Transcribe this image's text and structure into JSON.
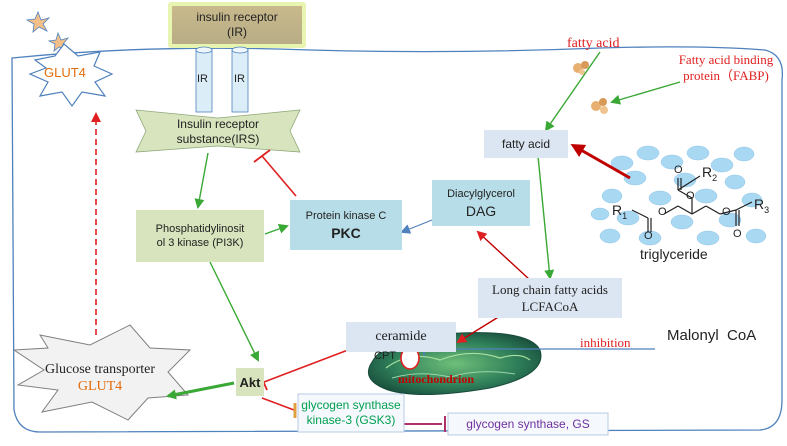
{
  "labels": {
    "insulin_receptor": "insulin receptor",
    "insulin_receptor_abbr": "(IR)",
    "ir_left": "IR",
    "ir_right": "IR",
    "glut4_top": "GLUT4",
    "irs_line1": "Insulin receptor",
    "irs_line2": "substance(IRS)",
    "pi3k_line1": "Phosphatidylinosit",
    "pi3k_line2": "ol 3 kinase (PI3K)",
    "pkc_line1": "Protein kinase C",
    "pkc_line2": "PKC",
    "dag_line1": "Diacylglycerol",
    "dag_line2": "DAG",
    "fatty_acid_outside": "fatty acid",
    "fabp_line1": "Fatty acid binding",
    "fabp_line2": "protein（FABP)",
    "fatty_acid_inside": "fatty acid",
    "lcfa_line1": "Long chain fatty acids",
    "lcfa_line2": "LCFACoA",
    "ceramide": "ceramide",
    "triglyceride": "triglyceride",
    "r1": "R",
    "r1_sub": "1",
    "r2": "R",
    "r2_sub": "2",
    "r3": "R",
    "r3_sub": "3",
    "o1": "O",
    "o2": "O",
    "o3": "O",
    "o4": "O",
    "o5": "O",
    "o6": "O",
    "malonyl": "Malonyl  CoA",
    "inhibition": "inhibition",
    "cpt": "CPT",
    "mitochondrion": "mitochondrion",
    "akt": "Akt",
    "gsk3_line1": "glycogen synthase",
    "gsk3_line2": "kinase-3 (GSK3)",
    "gs": "glycogen synthase, GS",
    "glucose_line1": "Glucose transporter",
    "glucose_line2": "GLUT4"
  },
  "colors": {
    "membrane": "#4f81bd",
    "activation": "#3aa835",
    "inhibition": "#e02020",
    "dashed_arrow": "#e02020",
    "triglyceride_arrow": "#c00000",
    "dag_arrow": "#4f81bd",
    "fatty_acid_text": "#e02020",
    "glut4_text": "#e46c0a",
    "gsk3_text": "#00a050",
    "gs_text": "#7030a0",
    "mitochondrion_text": "#c00000",
    "green_box": "#d7e4bd",
    "blue_box": "#b7dde8",
    "pale_box": "#dce6f2",
    "receptor_box": "#c4bd97"
  }
}
